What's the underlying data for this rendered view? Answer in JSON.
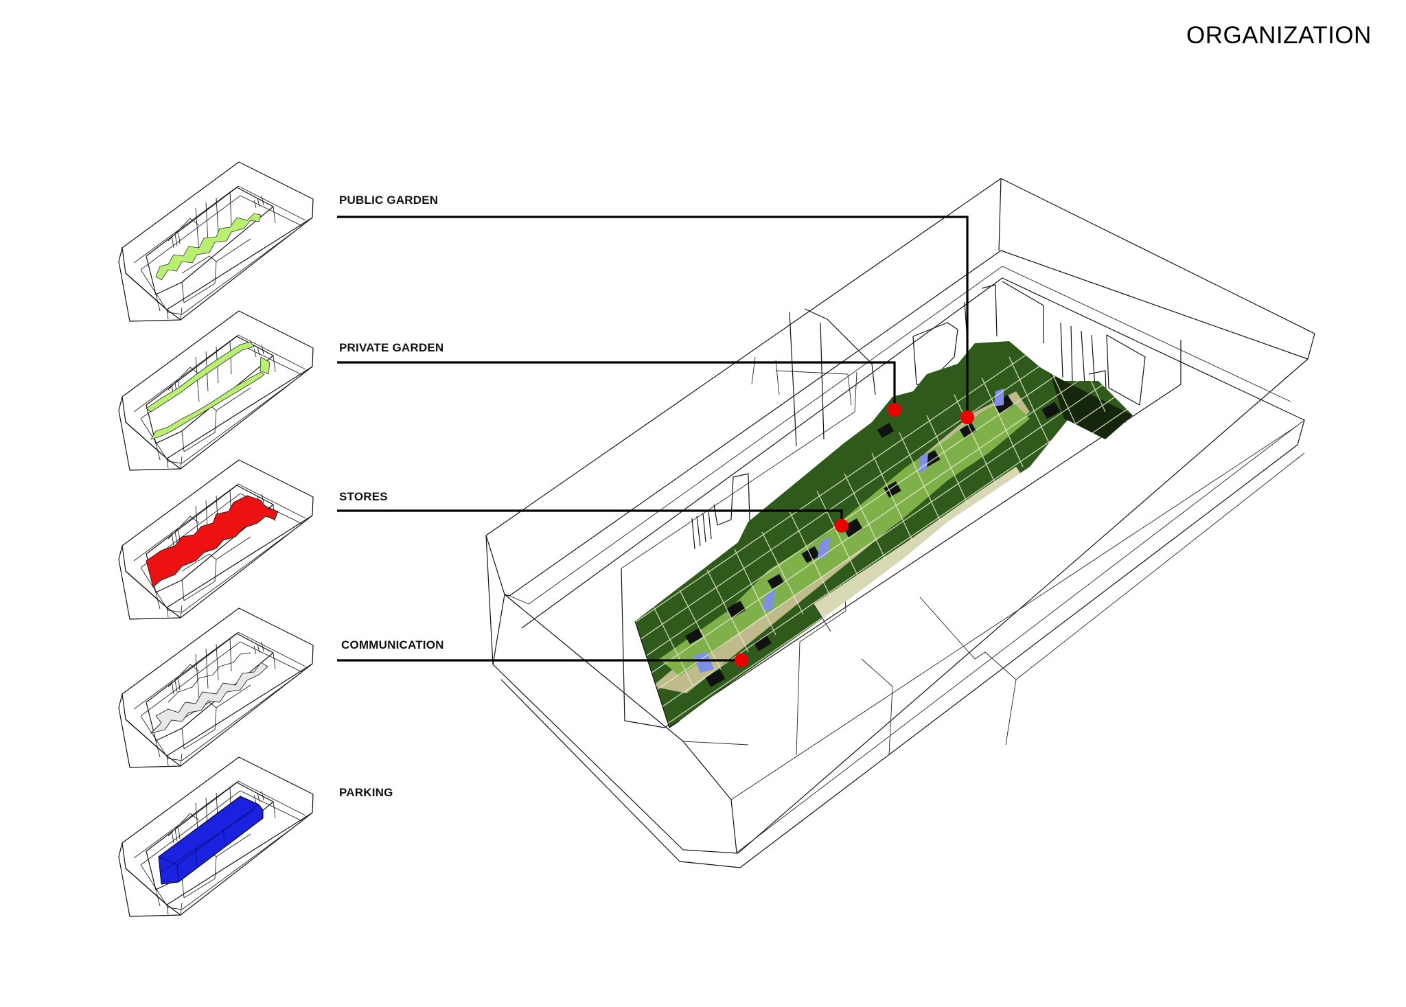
{
  "title": "ORGANIZATION",
  "legend": [
    {
      "id": "public-garden",
      "label": "PUBLIC GARDEN",
      "fill": "#b9f06f"
    },
    {
      "id": "private-garden",
      "label": "PRIVATE GARDEN",
      "fill": "#b9f06f"
    },
    {
      "id": "stores",
      "label": "STORES",
      "fill": "#ee1111"
    },
    {
      "id": "communication",
      "label": "COMMUNICATION",
      "fill": "#e6e6e6"
    },
    {
      "id": "parking",
      "label": "PARKING",
      "fill": "#1a22e0"
    }
  ],
  "colors": {
    "marker": "#ee0000",
    "garden_light": "#7fb04a",
    "garden_dark": "#2f5a1c",
    "garden_darkest": "#15260c",
    "ground_tan": "#d9cca0",
    "water_blue": "#7f8fe8",
    "line": "#000000"
  }
}
